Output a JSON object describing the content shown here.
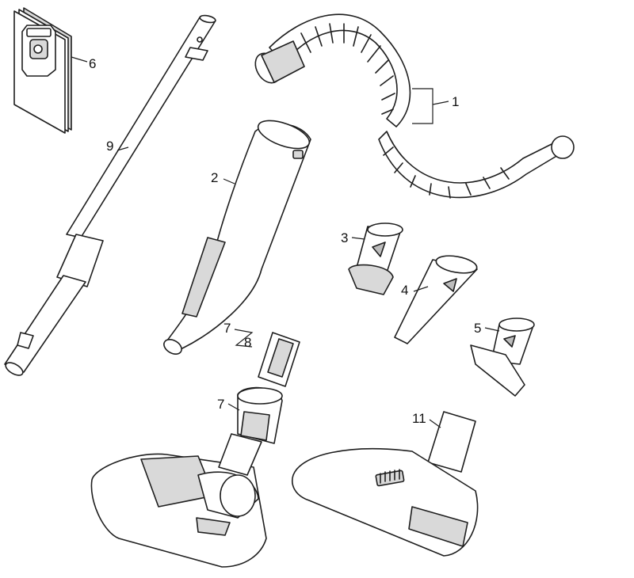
{
  "callouts": {
    "hose": "1",
    "handle": "2",
    "crevice_small": "3",
    "crevice": "4",
    "upholstery": "5",
    "filter_bags": "6",
    "clip_a": "7",
    "clip_b": "8",
    "nozzle_adapter": "7",
    "tube": "9",
    "floor_nozzle": "11"
  }
}
